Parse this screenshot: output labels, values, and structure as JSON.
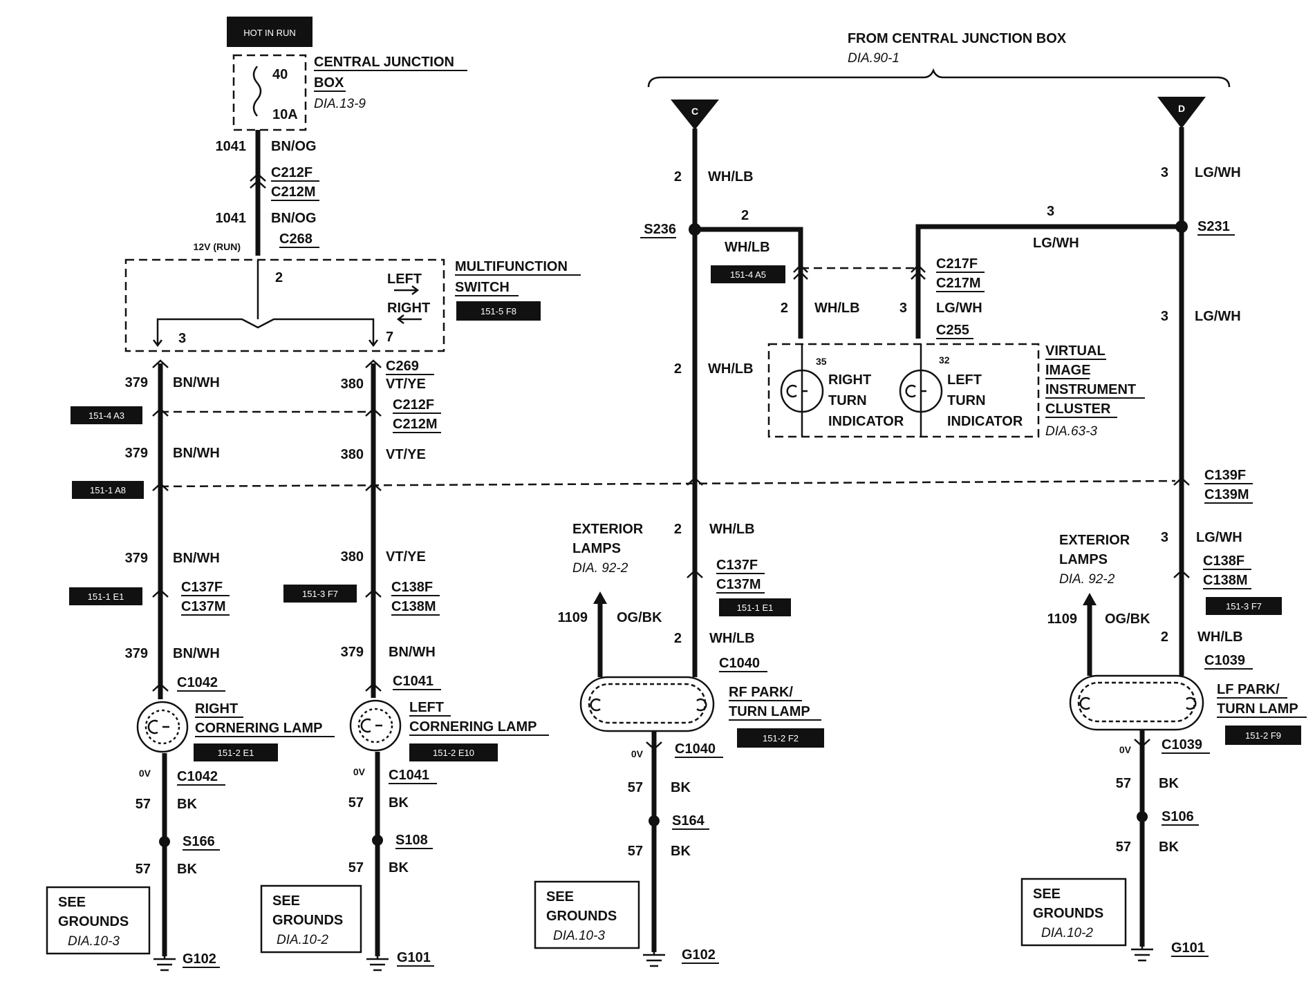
{
  "top": {
    "hot_in_run": "HOT IN RUN",
    "cjb_line1": "CENTRAL JUNCTION",
    "cjb_line2": "BOX",
    "cjb_dia": "DIA.13-9",
    "fuse_num": "40",
    "fuse_amp": "10A",
    "from_cjb": "FROM CENTRAL JUNCTION BOX",
    "from_cjb_dia": "DIA.90-1",
    "conn_c": "C",
    "conn_d": "D"
  },
  "left_top": {
    "w1041a": "1041",
    "bnog_a": "BN/OG",
    "c212f": "C212F",
    "c212m": "C212M",
    "w1041b": "1041",
    "bnog_b": "BN/OG",
    "v12run": "12V (RUN)",
    "c268": "C268"
  },
  "mfs": {
    "title1": "MULTIFUNCTION",
    "title2": "SWITCH",
    "tag": "151-5 F8",
    "pin2": "2",
    "left": "LEFT",
    "right": "RIGHT",
    "pin3": "3",
    "pin7": "7"
  },
  "right_corner": {
    "w379a": "379",
    "bnwh_a": "BN/WH",
    "tag_a": "151-4 A3",
    "w379b": "379",
    "bnwh_b": "BN/WH",
    "tag_b": "151-1 A8",
    "w379c": "379",
    "bnwh_c": "BN/WH",
    "tag_c": "151-1 E1",
    "c137f": "C137F",
    "c137m": "C137M",
    "w379d": "379",
    "bnwh_d": "BN/WH",
    "c1042a": "C1042",
    "lamp1": "RIGHT",
    "lamp2": "CORNERING LAMP",
    "lamp_tag": "151-2 E1",
    "ov": "0V",
    "c1042b": "C1042",
    "w57a": "57",
    "bk_a": "BK",
    "s166": "S166",
    "w57b": "57",
    "bk_b": "BK",
    "see": "SEE",
    "grounds": "GROUNDS",
    "dia": "DIA.10-3",
    "g": "G102"
  },
  "left_corner": {
    "c269": "C269",
    "w380a": "380",
    "vtye_a": "VT/YE",
    "c212f": "C212F",
    "c212m": "C212M",
    "w380b": "380",
    "vtye_b": "VT/YE",
    "w380c": "380",
    "vtye_c": "VT/YE",
    "tag_c": "151-3 F7",
    "c138f": "C138F",
    "c138m": "C138M",
    "w379d": "379",
    "bnwh_d": "BN/WH",
    "c1041a": "C1041",
    "lamp1": "LEFT",
    "lamp2": "CORNERING LAMP",
    "lamp_tag": "151-2 E10",
    "ov": "0V",
    "c1041b": "C1041",
    "w57a": "57",
    "bk_a": "BK",
    "s108": "S108",
    "w57b": "57",
    "bk_b": "BK",
    "see": "SEE",
    "grounds": "GROUNDS",
    "dia": "DIA.10-2",
    "g": "G101"
  },
  "rf": {
    "w2a": "2",
    "whlb_a": "WH/LB",
    "s236": "S236",
    "w2h": "2",
    "whlb_h": "WH/LB",
    "tag_h": "151-4 A5",
    "w2b": "2",
    "whlb_b": "WH/LB",
    "ext1": "EXTERIOR",
    "ext2": "LAMPS",
    "ext_dia": "DIA. 92-2",
    "w2c": "2",
    "whlb_c": "WH/LB",
    "c137f": "C137F",
    "c137m": "C137M",
    "tag_c": "151-1 E1",
    "w1109": "1109",
    "ogbk": "OG/BK",
    "w2d": "2",
    "whlb_d": "WH/LB",
    "c1040a": "C1040",
    "lamp1": "RF PARK/",
    "lamp2": "TURN LAMP",
    "lamp_tag": "151-2 F2",
    "ov": "0V",
    "c1040b": "C1040",
    "w57a": "57",
    "bk_a": "BK",
    "s164": "S164",
    "w57b": "57",
    "bk_b": "BK",
    "see": "SEE",
    "grounds": "GROUNDS",
    "dia": "DIA.10-3",
    "g": "G102"
  },
  "vic": {
    "c217f": "C217F",
    "c217m": "C217M",
    "w2": "2",
    "whlb": "WH/LB",
    "w3": "3",
    "lgwh": "LG/WH",
    "c255": "C255",
    "pin35": "35",
    "pin32": "32",
    "r1": "RIGHT",
    "r2": "TURN",
    "r3": "INDICATOR",
    "l1": "LEFT",
    "l2": "TURN",
    "l3": "INDICATOR",
    "t1": "VIRTUAL",
    "t2": "IMAGE",
    "t3": "INSTRUMENT",
    "t4": "CLUSTER",
    "dia": "DIA.63-3"
  },
  "lf": {
    "w3a": "3",
    "lgwh_a": "LG/WH",
    "w3h": "3",
    "lgwh_h": "LG/WH",
    "s231": "S231",
    "w3b": "3",
    "lgwh_b": "LG/WH",
    "c139f": "C139F",
    "c139m": "C139M",
    "ext1": "EXTERIOR",
    "ext2": "LAMPS",
    "ext_dia": "DIA. 92-2",
    "w3c": "3",
    "lgwh_c": "LG/WH",
    "c138f": "C138F",
    "c138m": "C138M",
    "tag_c": "151-3 F7",
    "w1109": "1109",
    "ogbk": "OG/BK",
    "w2d": "2",
    "whlb_d": "WH/LB",
    "c1039a": "C1039",
    "lamp1": "LF PARK/",
    "lamp2": "TURN LAMP",
    "lamp_tag": "151-2 F9",
    "ov": "0V",
    "c1039b": "C1039",
    "w57a": "57",
    "bk_a": "BK",
    "s106": "S106",
    "w57b": "57",
    "bk_b": "BK",
    "see": "SEE",
    "grounds": "GROUNDS",
    "dia": "DIA.10-2",
    "g": "G101"
  }
}
